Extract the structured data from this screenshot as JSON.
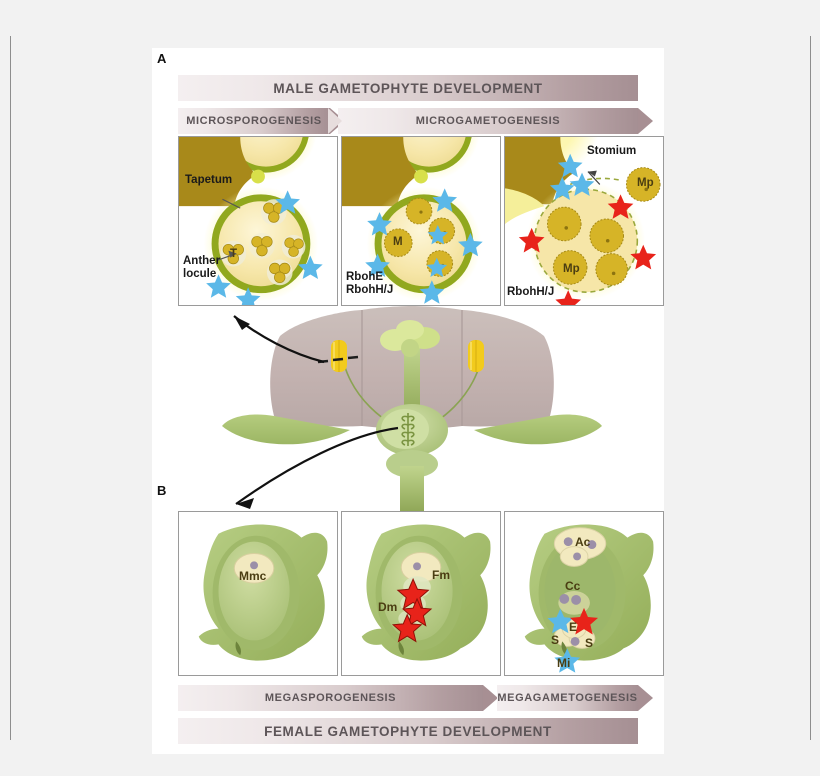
{
  "figure": {
    "panel_a_letter": "A",
    "panel_b_letter": "B"
  },
  "banners": {
    "male_development": "MALE GAMETOPHYTE DEVELOPMENT",
    "microsporogenesis": "MICROSPOROGENESIS",
    "microgametogenesis": "MICROGAMETOGENESIS",
    "megasporogenesis": "MEGASPOROGENESIS",
    "megagametogenesis": "MEGAGAMETOGENESIS",
    "female_development": "FEMALE GAMETOPHYTE DEVELOPMENT"
  },
  "anther_panels": [
    {
      "id": "anther-stage-1",
      "labels": {
        "tapetum": "Tapetum",
        "anther_locule_line1": "Anther",
        "anther_locule_line2": "locule",
        "cell": "T"
      },
      "gene_labels": [],
      "blue_stars": 4,
      "red_stars": 0
    },
    {
      "id": "anther-stage-2",
      "labels": {
        "cell": "M"
      },
      "gene_labels": [
        "RbohE",
        "RbohH/J"
      ],
      "blue_stars": 7,
      "red_stars": 0
    },
    {
      "id": "anther-stage-3",
      "labels": {
        "stomium": "Stomium",
        "pollen_outer": "Mp",
        "pollen_inner": "Mp"
      },
      "gene_labels": [
        "RbohH/J"
      ],
      "blue_stars": 3,
      "red_stars": 4
    }
  ],
  "ovule_panels": [
    {
      "id": "ovule-stage-1",
      "labels": {
        "mmc": "Mmc"
      },
      "blue_stars": 0,
      "red_stars": 0
    },
    {
      "id": "ovule-stage-2",
      "labels": {
        "fm": "Fm",
        "dm": "Dm"
      },
      "blue_stars": 0,
      "red_stars": 3
    },
    {
      "id": "ovule-stage-3",
      "labels": {
        "antipodal": "Ac",
        "central_cell": "Cc",
        "synergid_left": "S",
        "egg_cell": "E",
        "synergid_right": "S",
        "micropyle": "Mi"
      },
      "blue_stars": 2,
      "red_stars": 1
    }
  ],
  "colors": {
    "banner_light": "#f4eff0",
    "banner_dark": "#a58f93",
    "banner_text": "#5d5558",
    "anther_wall": "#a8891a",
    "tapetum_green": "#91a81e",
    "locule_cream": "#f6e9b4",
    "pollen_yellow": "#d6b427",
    "blue_star": "#5bb8e8",
    "red_star": "#e8231a",
    "ovule_green_dark": "#8ca84f",
    "ovule_green_mid": "#aac46f",
    "ovule_green_light": "#c6d79a",
    "nucellus_cream": "#f2e9bf",
    "petal_mauve": "#bfadaa",
    "sepal_green": "#a8c070",
    "stamen_yellow": "#f2cb1d",
    "frame_border": "#9a9a9a",
    "rule_gray": "#8e8e8e"
  }
}
